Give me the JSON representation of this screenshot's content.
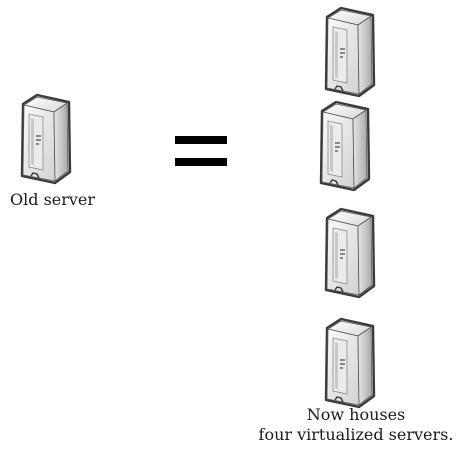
{
  "figure": {
    "old_server": {
      "caption": "Old server",
      "icon": "server-tower-icon"
    },
    "equals_symbol": "equals-sign",
    "virtual_servers": {
      "count": 4,
      "icon": "server-tower-icon",
      "caption_line1": "Now houses",
      "caption_line2": "four virtualized servers."
    }
  }
}
